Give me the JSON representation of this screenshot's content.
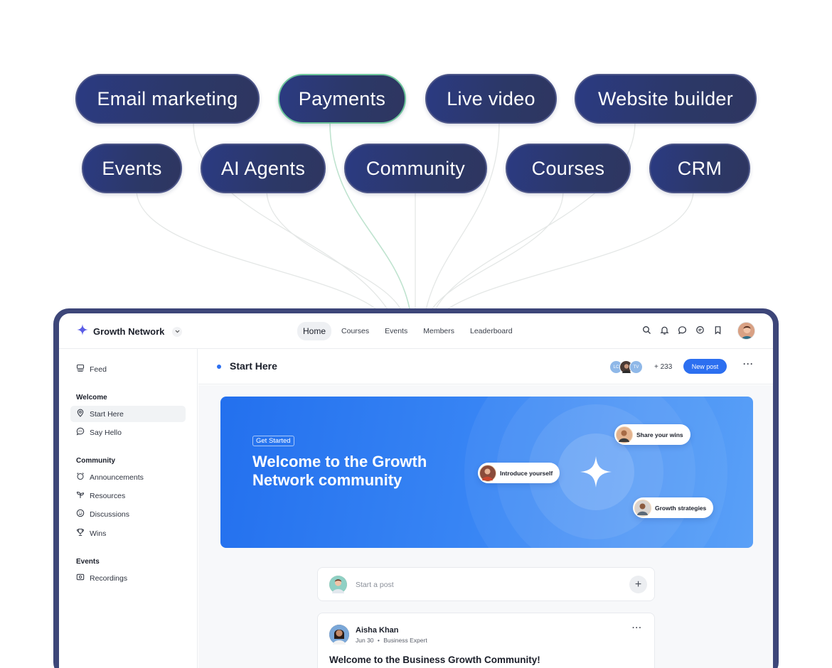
{
  "features": [
    {
      "label": "Email marketing",
      "active": false
    },
    {
      "label": "Payments",
      "active": true
    },
    {
      "label": "Live video",
      "active": false
    },
    {
      "label": "Website builder",
      "active": false
    },
    {
      "label": "Events",
      "active": false
    },
    {
      "label": "AI Agents",
      "active": false
    },
    {
      "label": "Community",
      "active": false
    },
    {
      "label": "Courses",
      "active": false
    },
    {
      "label": "CRM",
      "active": false
    }
  ],
  "app": {
    "brand": "Growth Network",
    "nav": [
      "Home",
      "Courses",
      "Events",
      "Members",
      "Leaderboard"
    ],
    "nav_active": "Home",
    "top_icons": [
      "search-icon",
      "bell-icon",
      "chat-icon",
      "messages-icon",
      "bookmark-icon"
    ]
  },
  "sidebar": {
    "feed": "Feed",
    "sections": [
      {
        "heading": "Welcome",
        "items": [
          {
            "label": "Start Here",
            "icon": "location-icon",
            "active": true
          },
          {
            "label": "Say Hello",
            "icon": "chat-bubble-icon",
            "active": false
          }
        ]
      },
      {
        "heading": "Community",
        "items": [
          {
            "label": "Announcements",
            "icon": "alarm-icon",
            "active": false
          },
          {
            "label": "Resources",
            "icon": "sprout-icon",
            "active": false
          },
          {
            "label": "Discussions",
            "icon": "discussion-icon",
            "active": false
          },
          {
            "label": "Wins",
            "icon": "trophy-icon",
            "active": false
          }
        ]
      },
      {
        "heading": "Events",
        "items": [
          {
            "label": "Recordings",
            "icon": "recording-icon",
            "active": false
          }
        ]
      }
    ]
  },
  "header": {
    "title": "Start Here",
    "member_initials": [
      "LC",
      "",
      "TV"
    ],
    "member_count": "+ 233",
    "new_post": "New post",
    "more": "···"
  },
  "hero": {
    "badge": "Get Started",
    "title": "Welcome to the Growth Network community",
    "chips": [
      "Share your wins",
      "Introduce yourself",
      "Growth strategies"
    ]
  },
  "composer": {
    "placeholder": "Start a post",
    "plus": "+"
  },
  "post": {
    "author": "Aisha Khan",
    "date": "Jun 30",
    "separator": "•",
    "role": "Business Expert",
    "more": "···",
    "title": "Welcome to the Business Growth Community!"
  },
  "colors": {
    "accent": "#2c6ff0",
    "pill_bg": "#2c3867",
    "pill_active_border": "#6cc59a",
    "frame": "#3d4679"
  }
}
